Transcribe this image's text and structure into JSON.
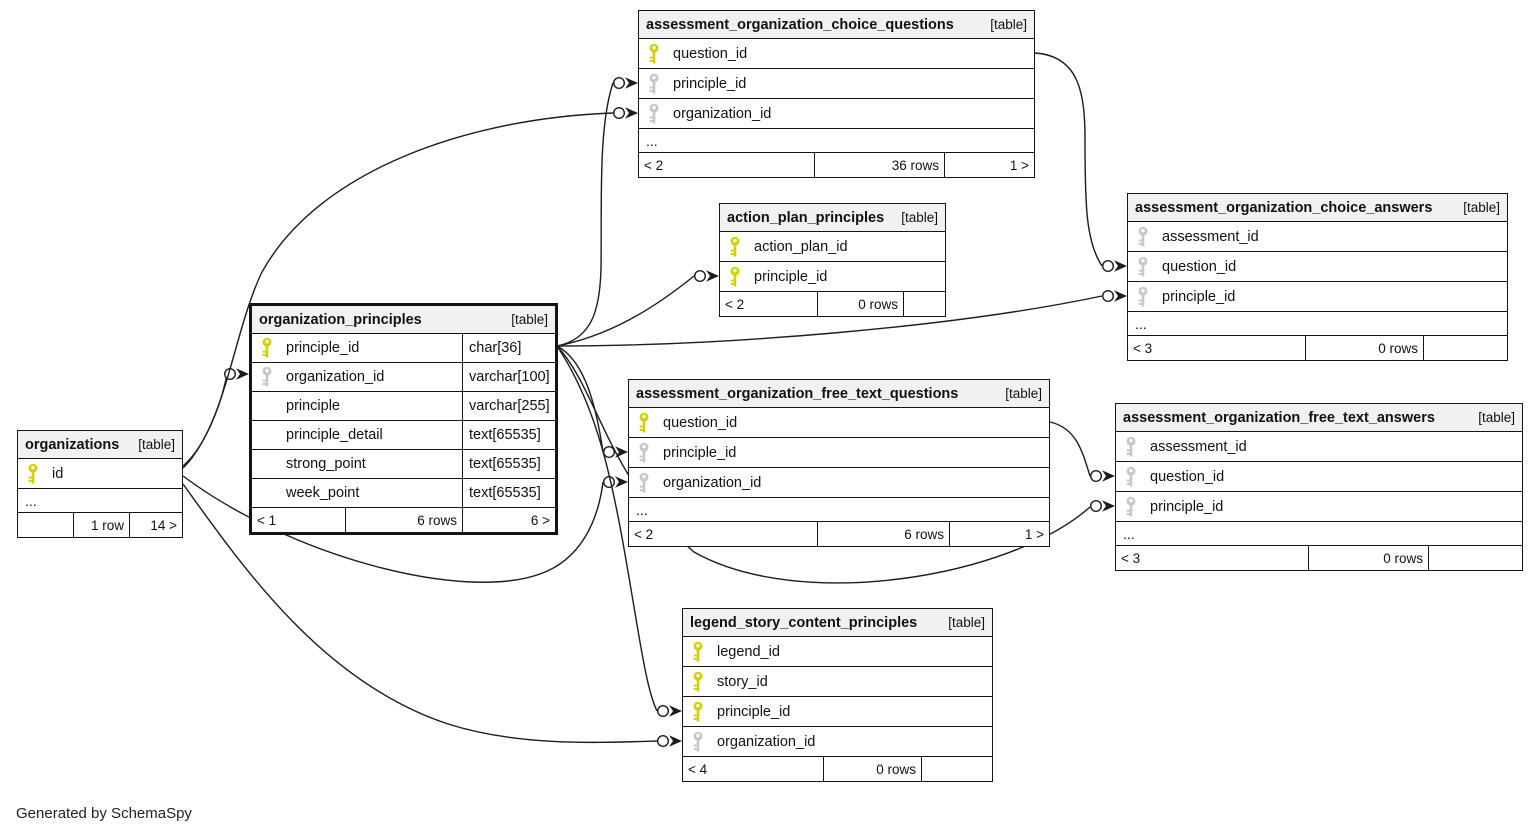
{
  "diagram": {
    "generated_note": "Generated by SchemaSpy"
  },
  "colors": {
    "primary_key": "#d2d106",
    "foreign_key": "#c8c8c8",
    "header_bg": "#f1f1f1",
    "border": "#141414"
  },
  "tables": [
    {
      "name": "assessment_organization_choice_questions",
      "tag": "[table]",
      "columns": [
        {
          "name": "question_id",
          "key": "primary"
        },
        {
          "name": "principle_id",
          "key": "foreign"
        },
        {
          "name": "organization_id",
          "key": "foreign"
        }
      ],
      "ellipsis": "...",
      "footer": {
        "left": "< 2",
        "center": "36 rows",
        "right": "1 >"
      }
    },
    {
      "name": "action_plan_principles",
      "tag": "[table]",
      "columns": [
        {
          "name": "action_plan_id",
          "key": "primary"
        },
        {
          "name": "principle_id",
          "key": "primary"
        }
      ],
      "ellipsis": null,
      "footer": {
        "left": "< 2",
        "center": "0 rows",
        "right": ""
      }
    },
    {
      "name": "organization_principles",
      "tag": "[table]",
      "columns": [
        {
          "name": "principle_id",
          "key": "primary",
          "type": "char[36]"
        },
        {
          "name": "organization_id",
          "key": "foreign",
          "type": "varchar[100]"
        },
        {
          "name": "principle",
          "key": "none",
          "type": "varchar[255]"
        },
        {
          "name": "principle_detail",
          "key": "none",
          "type": "text[65535]"
        },
        {
          "name": "strong_point",
          "key": "none",
          "type": "text[65535]"
        },
        {
          "name": "week_point",
          "key": "none",
          "type": "text[65535]"
        }
      ],
      "ellipsis": null,
      "footer": {
        "left": "< 1",
        "center": "6 rows",
        "right": "6 >"
      }
    },
    {
      "name": "organizations",
      "tag": "[table]",
      "columns": [
        {
          "name": "id",
          "key": "primary"
        }
      ],
      "ellipsis": "...",
      "footer": {
        "left": "",
        "center": "1 row",
        "right": "14 >"
      }
    },
    {
      "name": "assessment_organization_choice_answers",
      "tag": "[table]",
      "columns": [
        {
          "name": "assessment_id",
          "key": "foreign"
        },
        {
          "name": "question_id",
          "key": "foreign"
        },
        {
          "name": "principle_id",
          "key": "foreign"
        }
      ],
      "ellipsis": "...",
      "footer": {
        "left": "< 3",
        "center": "0 rows",
        "right": ""
      }
    },
    {
      "name": "assessment_organization_free_text_questions",
      "tag": "[table]",
      "columns": [
        {
          "name": "question_id",
          "key": "primary"
        },
        {
          "name": "principle_id",
          "key": "foreign"
        },
        {
          "name": "organization_id",
          "key": "foreign"
        }
      ],
      "ellipsis": "...",
      "footer": {
        "left": "< 2",
        "center": "6 rows",
        "right": "1 >"
      }
    },
    {
      "name": "assessment_organization_free_text_answers",
      "tag": "[table]",
      "columns": [
        {
          "name": "assessment_id",
          "key": "foreign"
        },
        {
          "name": "question_id",
          "key": "foreign"
        },
        {
          "name": "principle_id",
          "key": "foreign"
        }
      ],
      "ellipsis": "...",
      "footer": {
        "left": "< 3",
        "center": "0 rows",
        "right": ""
      }
    },
    {
      "name": "legend_story_content_principles",
      "tag": "[table]",
      "columns": [
        {
          "name": "legend_id",
          "key": "primary"
        },
        {
          "name": "story_id",
          "key": "primary"
        },
        {
          "name": "principle_id",
          "key": "primary"
        },
        {
          "name": "organization_id",
          "key": "foreign"
        }
      ],
      "ellipsis": null,
      "footer": {
        "left": "< 4",
        "center": "0 rows",
        "right": ""
      }
    }
  ],
  "relationships": [
    {
      "from": "organizations.id",
      "to": "organization_principles.organization_id"
    },
    {
      "from": "organizations.id",
      "to": "assessment_organization_choice_questions.organization_id"
    },
    {
      "from": "organizations.id",
      "to": "assessment_organization_free_text_questions.organization_id"
    },
    {
      "from": "organizations.id",
      "to": "legend_story_content_principles.organization_id"
    },
    {
      "from": "organization_principles.principle_id",
      "to": "assessment_organization_choice_questions.principle_id"
    },
    {
      "from": "organization_principles.principle_id",
      "to": "action_plan_principles.principle_id"
    },
    {
      "from": "organization_principles.principle_id",
      "to": "assessment_organization_choice_answers.principle_id"
    },
    {
      "from": "organization_principles.principle_id",
      "to": "assessment_organization_free_text_questions.principle_id"
    },
    {
      "from": "organization_principles.principle_id",
      "to": "assessment_organization_free_text_answers.principle_id"
    },
    {
      "from": "organization_principles.principle_id",
      "to": "legend_story_content_principles.principle_id"
    },
    {
      "from": "assessment_organization_choice_questions.question_id",
      "to": "assessment_organization_choice_answers.question_id"
    },
    {
      "from": "assessment_organization_free_text_questions.question_id",
      "to": "assessment_organization_free_text_answers.question_id"
    }
  ]
}
